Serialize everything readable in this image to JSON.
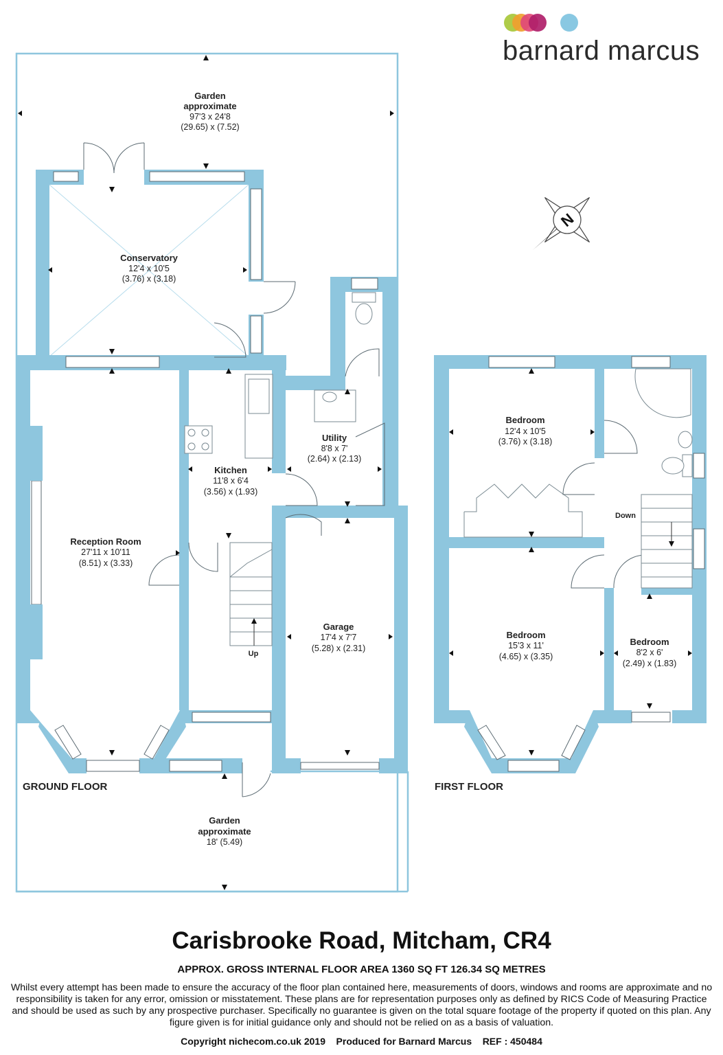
{
  "brand": {
    "name": "barnard marcus",
    "dot_colors": [
      "#a8c83a",
      "#f0a030",
      "#e04a78",
      "#b0206a",
      "#7fc3e0"
    ]
  },
  "colors": {
    "wall": "#8ec6de",
    "text": "#222222"
  },
  "floors": {
    "ground_label": "GROUND FLOOR",
    "first_label": "FIRST FLOOR"
  },
  "rooms": {
    "garden_rear": {
      "name1": "Garden",
      "name2": "approximate",
      "dim1": "97'3 x 24'8",
      "dim2": "(29.65) x (7.52)"
    },
    "conservatory": {
      "name": "Conservatory",
      "dim1": "12'4 x 10'5",
      "dim2": "(3.76) x (3.18)"
    },
    "utility": {
      "name": "Utility",
      "dim1": "8'8 x 7'",
      "dim2": "(2.64) x (2.13)"
    },
    "kitchen": {
      "name": "Kitchen",
      "dim1": "11'8 x 6'4",
      "dim2": "(3.56) x (1.93)"
    },
    "reception": {
      "name": "Reception Room",
      "dim1": "27'11 x 10'11",
      "dim2": "(8.51) x (3.33)"
    },
    "garage": {
      "name": "Garage",
      "dim1": "17'4 x 7'7",
      "dim2": "(5.28) x (2.31)"
    },
    "garden_front": {
      "name1": "Garden",
      "name2": "approximate",
      "dim1": "18' (5.49)"
    },
    "bedroom1": {
      "name": "Bedroom",
      "dim1": "12'4 x 10'5",
      "dim2": "(3.76) x (3.18)"
    },
    "bedroom2": {
      "name": "Bedroom",
      "dim1": "15'3 x 11'",
      "dim2": "(4.65) x (3.35)"
    },
    "bedroom3": {
      "name": "Bedroom",
      "dim1": "8'2 x 6'",
      "dim2": "(2.49) x (1.83)"
    }
  },
  "stairs": {
    "up": "Up",
    "down": "Down"
  },
  "compass": {
    "letter": "N"
  },
  "footer": {
    "address": "Carisbrooke Road, Mitcham, CR4",
    "area": "APPROX. GROSS INTERNAL FLOOR AREA 1360 SQ FT 126.34 SQ METRES",
    "disclaimer": "Whilst every attempt has been made to ensure the accuracy of the floor plan contained here, measurements of doors, windows and rooms are approximate and no responsibility is taken for any error, omission or misstatement. These plans are for representation purposes only as defined by RICS Code of Measuring Practice and should be used as such by any prospective purchaser.  Specifically no guarantee is given on the total square footage of the property if quoted on this plan. Any figure given is for initial guidance only and should not be relied on as a basis of valuation.",
    "copyright": "Copyright nichecom.co.uk 2019    Produced for Barnard Marcus    REF : 450484"
  }
}
